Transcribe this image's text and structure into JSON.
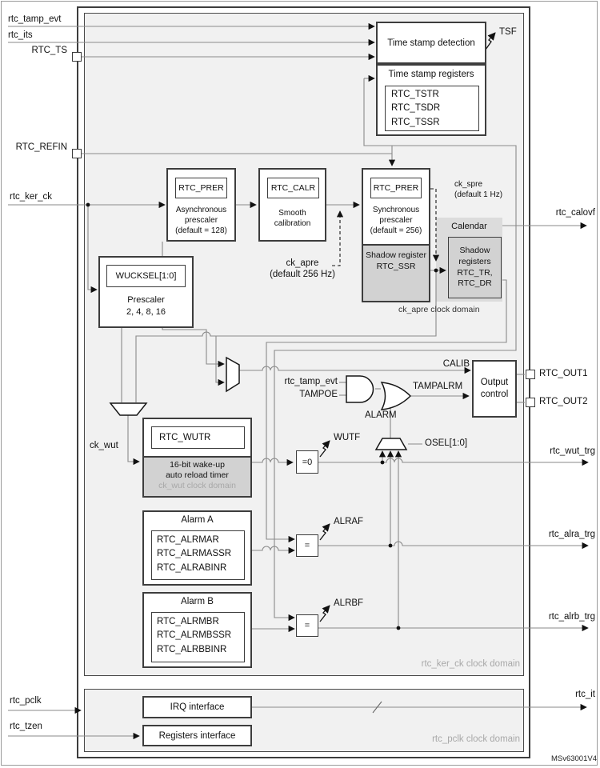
{
  "figure": {
    "code": "MSv63001V4"
  },
  "domains": {
    "ker": "rtc_ker_ck clock domain",
    "pclk": "rtc_pclk clock domain",
    "ck_apre": "ck_apre clock domain",
    "ck_wut": "ck_wut clock domain"
  },
  "pins": {
    "rtc_tamp_evt": "rtc_tamp_evt",
    "rtc_its": "rtc_its",
    "rtc_ts": "RTC_TS",
    "rtc_refin": "RTC_REFIN",
    "rtc_ker_ck": "rtc_ker_ck",
    "rtc_pclk": "rtc_pclk",
    "rtc_tzen": "rtc_tzen",
    "tsf": "TSF",
    "rtc_calovf": "rtc_calovf",
    "rtc_out1": "RTC_OUT1",
    "rtc_out2": "RTC_OUT2",
    "rtc_wut_trg": "rtc_wut_trg",
    "rtc_alra_trg": "rtc_alra_trg",
    "rtc_alrb_trg": "rtc_alrb_trg",
    "rtc_it": "rtc_it"
  },
  "signals": {
    "ck_apre": "ck_apre\n(default 256 Hz)",
    "ck_spre": "ck_spre\n(default 1 Hz)",
    "ck_wut": "ck_wut",
    "calib": "CALIB",
    "tampalrm": "TAMPALRM",
    "alarm": "ALARM",
    "osel": "OSEL[1:0]",
    "wutf": "WUTF",
    "alraf": "ALRAF",
    "alrbf": "ALRBF",
    "rtc_tamp_evt_int": "rtc_tamp_evt",
    "tampoe": "TAMPOE"
  },
  "blocks": {
    "ts_detect": {
      "title": "Time stamp detection"
    },
    "ts_regs": {
      "title": "Time stamp registers",
      "registers": [
        "RTC_TSTR",
        "RTC_TSDR",
        "RTC_TSSR"
      ]
    },
    "async_presc": {
      "reg": "RTC_PRER",
      "desc": "Asynchronous\nprescaler\n(default = 128)"
    },
    "smooth_cal": {
      "reg": "RTC_CALR",
      "desc": "Smooth\ncalibration"
    },
    "sync_presc": {
      "reg": "RTC_PRER",
      "desc": "Synchronous\nprescaler\n(default = 256)",
      "shadow": "Shadow register\nRTC_SSR"
    },
    "calendar": {
      "title": "Calendar",
      "shadow": "Shadow\nregisters\nRTC_TR,\nRTC_DR"
    },
    "wucksel": {
      "reg": "WUCKSEL[1:0]",
      "desc": "Prescaler\n2, 4, 8, 16"
    },
    "wutr": {
      "reg": "RTC_WUTR",
      "desc": "16-bit wake-up\nauto reload timer"
    },
    "alarm_a": {
      "title": "Alarm A",
      "registers": [
        "RTC_ALRMAR",
        "RTC_ALRMASSR",
        "RTC_ALRABINR"
      ]
    },
    "alarm_b": {
      "title": "Alarm B",
      "registers": [
        "RTC_ALRMBR",
        "RTC_ALRMBSSR",
        "RTC_ALRBBINR"
      ]
    },
    "output_control": {
      "label": "Output\ncontrol"
    },
    "irq": {
      "label": "IRQ interface"
    },
    "regs_if": {
      "label": "Registers interface"
    }
  },
  "comparators": {
    "eq0": "=0",
    "eqa": "=",
    "eqb": "="
  }
}
